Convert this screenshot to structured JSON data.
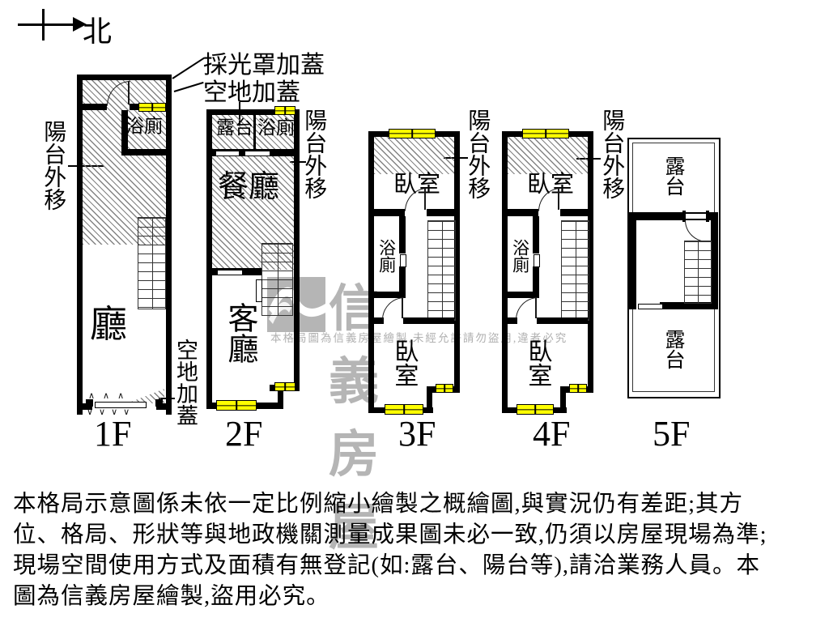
{
  "compass": {
    "north_label": "北"
  },
  "annotations": {
    "skylight_cover": "採光罩加蓋",
    "open_land_cover_top": "空地加蓋",
    "open_land_cover_bottom": "空地加蓋",
    "balcony_extended": "陽台外移"
  },
  "floors": {
    "f1": {
      "label": "1F",
      "hall": "廳",
      "bath": "浴廁"
    },
    "f2": {
      "label": "2F",
      "terrace": "露台",
      "bath": "浴廁",
      "dining": "餐廳",
      "living": "客廳"
    },
    "f3": {
      "label": "3F",
      "bedroom_front": "臥室",
      "bath": "浴廁",
      "bedroom_back": "臥室"
    },
    "f4": {
      "label": "4F",
      "bedroom_front": "臥室",
      "bath": "浴廁",
      "bedroom_back": "臥室"
    },
    "f5": {
      "label": "5F",
      "terrace_front": "露台",
      "terrace_back": "露台"
    }
  },
  "watermark": {
    "brand": "信義房屋",
    "notice": "本格局圖為信義房屋繪製,未經允許請勿盜用,違者必究"
  },
  "disclaimer": {
    "lines": [
      "本格局示意圖係未依一定比例縮小繪製之概繪圖,與實況仍有差距;其方",
      "位、格局、形狀等與地政機關測量成果圖未必一致,仍須以房屋現場為準;",
      "現場空間使用方式及面積有無登記(如:露台、陽台等),請洽業務人員。本",
      "圖為信義房屋繪製,盜用必究。"
    ]
  },
  "colors": {
    "window": "#ffff00",
    "watermark": "#b5b5b5",
    "wall": "#000000"
  }
}
